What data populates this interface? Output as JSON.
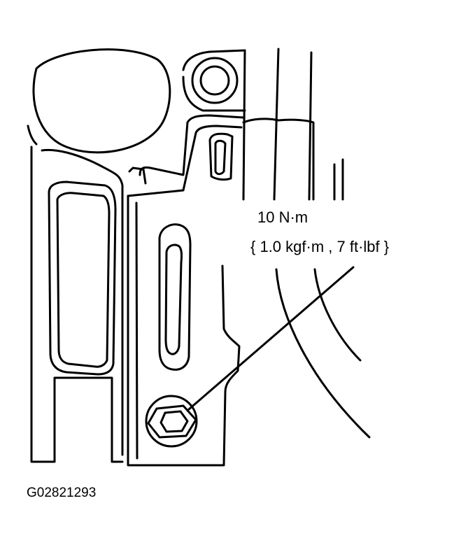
{
  "torque_spec": {
    "primary": "10 N·m",
    "secondary": "{ 1.0 kgf·m , 7 ft·lbf }"
  },
  "figure_code": "G02821293",
  "line_color": "#000000",
  "background_color": "#ffffff"
}
